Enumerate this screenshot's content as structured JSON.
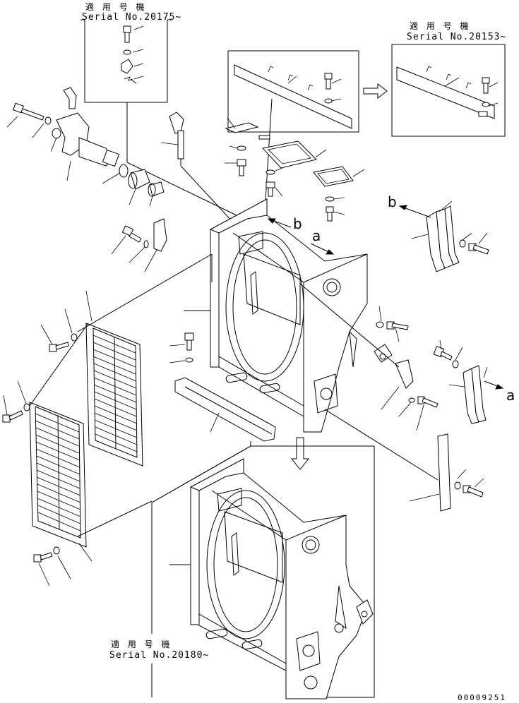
{
  "callouts": {
    "top_left": {
      "applicable_models": "適 用 号 機",
      "serial": "Serial No.20175~"
    },
    "top_right": {
      "applicable_models": "適 用 号 機",
      "serial": "Serial No.20153~"
    },
    "bottom": {
      "applicable_models": "適 用 号 機",
      "serial": "Serial No.20180~"
    }
  },
  "view_arrows": {
    "a_upper": "a",
    "a_right": "a",
    "b_upper": "b",
    "b_right": "b"
  },
  "drawing_number": "00009251"
}
